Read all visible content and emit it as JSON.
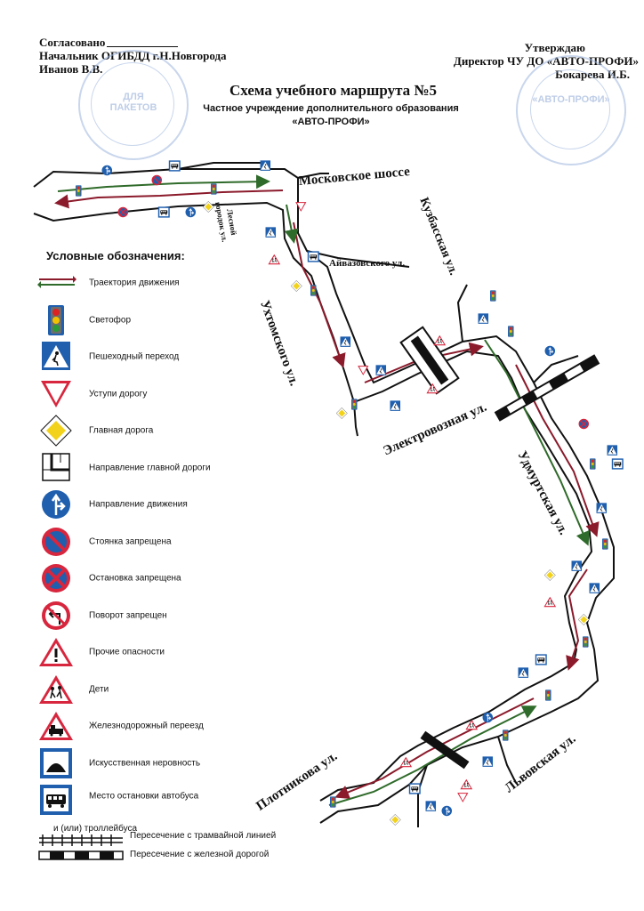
{
  "header": {
    "agreed_line1": "Согласовано",
    "agreed_line2": "Начальник ОГИБДД г.Н.Новгорода",
    "agreed_line3": "Иванов В.В.",
    "approve_line1": "Утверждаю",
    "approve_line2": "Директор  ЧУ ДО «АВТО-ПРОФИ»",
    "approve_line3": "Бокарева И.Б.",
    "stamp_left_text": "ДЛЯ ПАКЕТОВ",
    "stamp_right_text": "«АВТО-ПРОФИ»"
  },
  "title": {
    "main": "Схема учебного маршрута №5",
    "sub1": "Частное учреждение дополнительного образования",
    "sub2": "«АВТО-ПРОФИ»"
  },
  "streets": {
    "moskovskoe": "Московское шоссе",
    "lesnoy": "Лесной",
    "gorodok": "городок ул.",
    "kuzbasskaya": "Кузбасская ул.",
    "ayvazovskogo": "Айвазовского ул.",
    "ukhtomskogo": "Ухтомского ул.",
    "elektrovoznaya": "Электровозная ул.",
    "udmurtskaya": "Удмуртская ул.",
    "plotnikova": "Плотникова ул.",
    "lvovskaya": "Львовская ул."
  },
  "legend": {
    "title": "Условные обозначения:",
    "items": [
      {
        "icon": "trajectory-arrows-icon",
        "label": "Траектория движения"
      },
      {
        "icon": "traffic-light-icon",
        "label": "Светофор"
      },
      {
        "icon": "pedestrian-crossing-icon",
        "label": "Пешеходный переход"
      },
      {
        "icon": "yield-icon",
        "label": "Уступи дорогу"
      },
      {
        "icon": "main-road-icon",
        "label": "Главная дорога"
      },
      {
        "icon": "main-road-direction-icon",
        "label": "Направление главной дороги"
      },
      {
        "icon": "direction-arrow-icon",
        "label": "Направление движения"
      },
      {
        "icon": "no-parking-icon",
        "label": "Стоянка запрещена"
      },
      {
        "icon": "no-stopping-icon",
        "label": "Остановка запрещена"
      },
      {
        "icon": "no-turn-icon",
        "label": "Поворот запрещен"
      },
      {
        "icon": "other-dangers-icon",
        "label": "Прочие опасности"
      },
      {
        "icon": "children-icon",
        "label": "Дети"
      },
      {
        "icon": "railway-crossing-icon",
        "label": "Железнодорожный переезд"
      },
      {
        "icon": "speed-bump-icon",
        "label": "Искусственная неровность"
      },
      {
        "icon": "bus-stop-icon",
        "label": "Место остановки автобуса"
      }
    ],
    "bus_stop_line2": "и (или) троллейбуса",
    "tram_label": "Пересечение с трамвайной линией",
    "rail_label": "Пересечение с железной дорогой"
  },
  "colors": {
    "road": "#111111",
    "arrow_red": "#8b1a2b",
    "arrow_green": "#2f6b2a",
    "sign_blue": "#1f5fae",
    "sign_red": "#d7263d",
    "sign_yellow": "#f2d21b",
    "stamp_blue": "#9db6de"
  }
}
